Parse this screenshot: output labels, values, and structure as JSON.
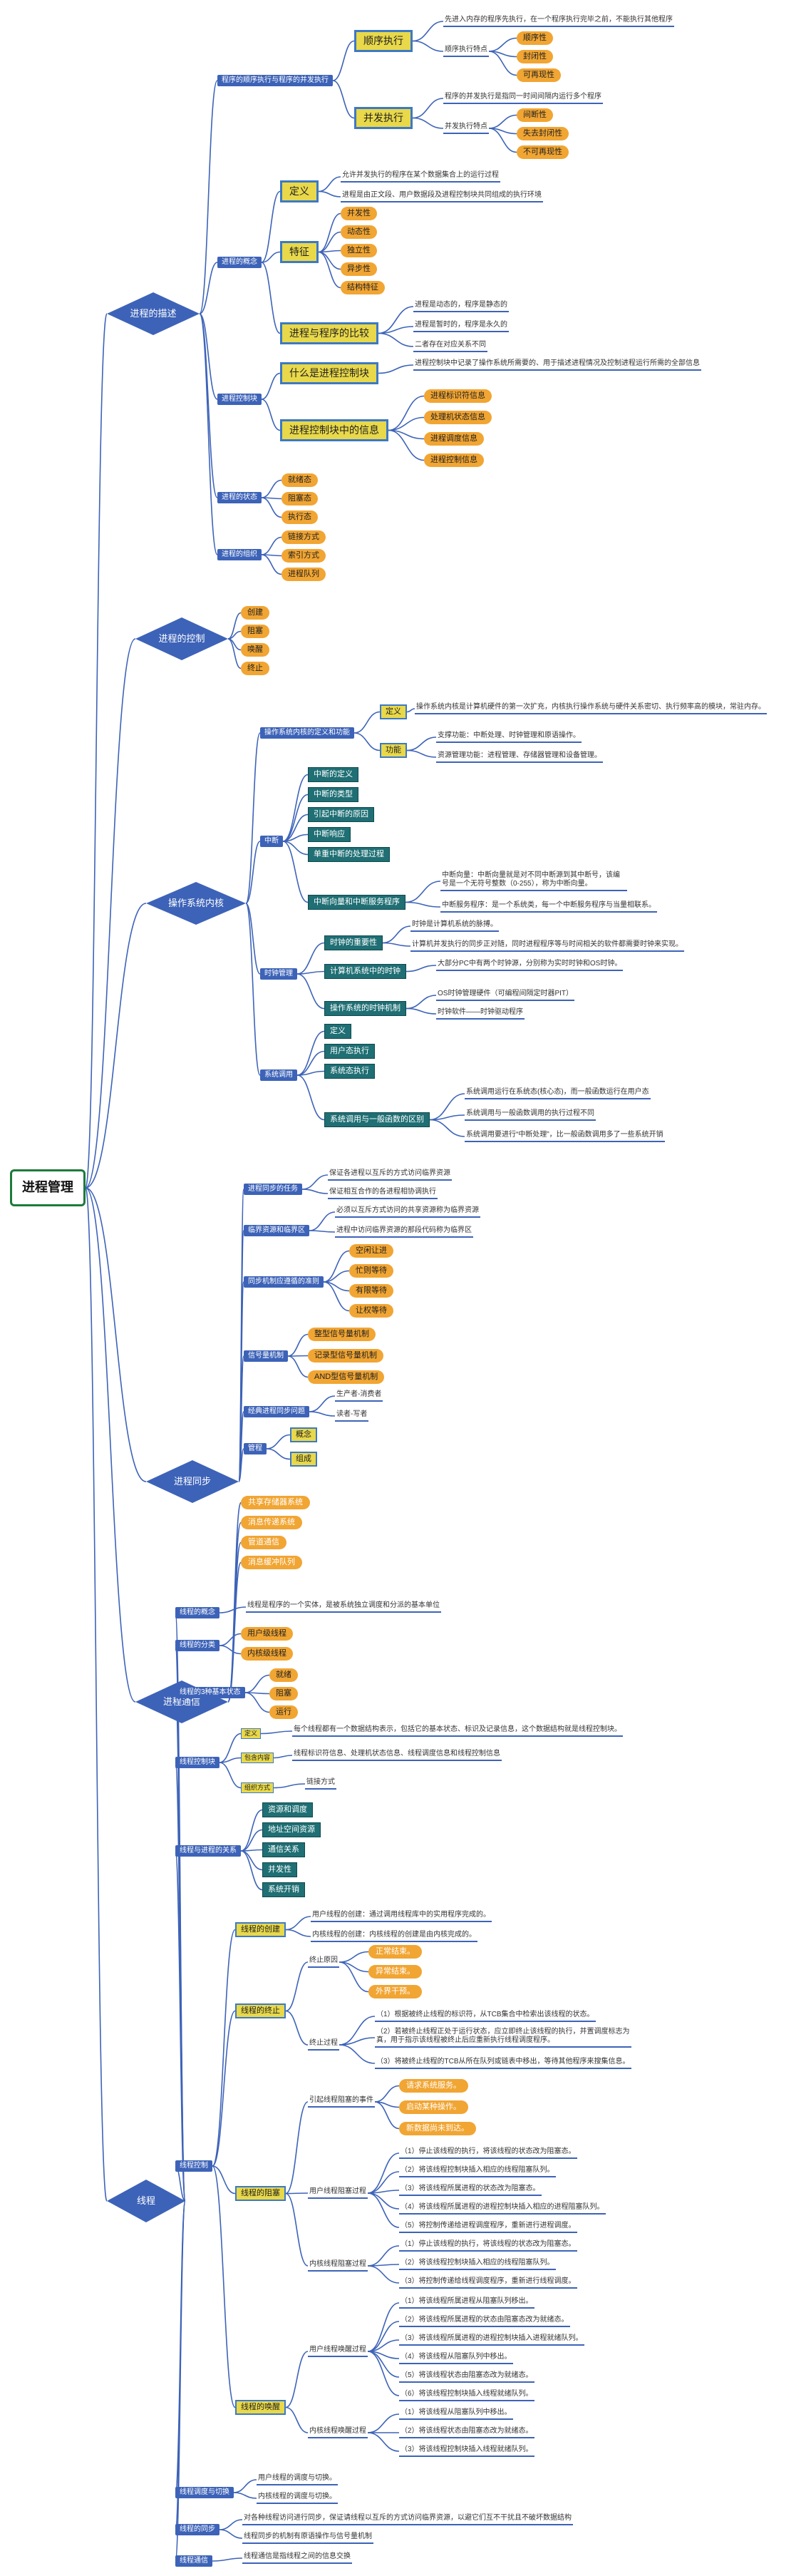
{
  "root": "进程管理",
  "main": {
    "desc": "进程的描述",
    "ctrl": "进程的控制",
    "sched": "操作系统内核",
    "sync": "进程同步",
    "comm": "进程通信",
    "thread": "线程"
  },
  "s1": {
    "cat_a": "程序的顺序执行与程序的并发执行",
    "seq": "顺序执行",
    "seq_t1": "先进入内存的程序先执行，在一个程序执行完毕之前，不能执行其他程序",
    "seq_t2": "顺序执行特点",
    "seq_p": [
      "顺序性",
      "封闭性",
      "可再现性"
    ],
    "par": "并发执行",
    "par_t1": "程序的并发执行是指同一时间间隔内运行多个程序",
    "par_t2": "并发执行特点",
    "par_p": [
      "间断性",
      "失去封闭性",
      "不可再现性"
    ],
    "cat_b": "进程的概念",
    "def": "定义",
    "def_t": [
      "允许并发执行的程序在某个数据集合上的运行过程",
      "进程是由正文段、用户数据段及进程控制块共同组成的执行环境"
    ],
    "feat": "特征",
    "feat_p": [
      "并发性",
      "动态性",
      "独立性",
      "异步性",
      "结构特征"
    ],
    "cmp": "进程与程序的比较",
    "cmp_t": [
      "进程是动态的，程序是静态的",
      "进程是暂时的，程序是永久的",
      "二者存在对应关系不同"
    ],
    "cat_c": "进程控制块",
    "pcb": "什么是进程控制块",
    "pcb_t": "进程控制块中记录了操作系统所需要的、用于描述进程情况及控制进程运行所需的全部信息",
    "info": "进程控制块中的信息",
    "info_p": [
      "进程标识符信息",
      "处理机状态信息",
      "进程调度信息",
      "进程控制信息"
    ],
    "cat_d": "进程的状态",
    "state_p": [
      "就绪态",
      "阻塞态",
      "执行态"
    ],
    "cat_e": "进程的组织",
    "org_p": [
      "链接方式",
      "索引方式",
      "进程队列"
    ]
  },
  "s2": {
    "items": [
      "创建",
      "阻塞",
      "唤醒",
      "终止"
    ]
  },
  "s3": {
    "cat_a": "操作系统内核的定义和功能",
    "def": "定义",
    "def_t": "操作系统内核是计算机硬件的第一次扩充，内核执行操作系统与硬件关系密切、执行频率高的模块，常驻内存。",
    "func": "功能",
    "func_t": [
      "支撑功能：中断处理、时钟管理和原语操作。",
      "资源管理功能：进程管理、存储器管理和设备管理。"
    ],
    "cat_b": "中断",
    "intr": [
      "中断的定义",
      "中断的类型",
      "引起中断的原因",
      "中断响应",
      "单重中断的处理过程"
    ],
    "vec": "中断向量和中断服务程序",
    "vec_t": [
      "中断向量：中断向量就是对不同中断源到其中断号，该编号是一个无符号整数（0-255），称为中断向量。",
      "中断服务程序：是一个系统类，每一个中断服务程序与当量相联系。"
    ],
    "cat_c": "时钟管理",
    "clk": "时钟的重要性",
    "clk_t": [
      "时钟是计算机系统的脉搏。",
      "计算机并发执行的同步正对随，同时进程程序等与时间相关的软件都需要时钟来实现。"
    ],
    "clk2": "计算机系统中的时钟",
    "clk2_t": "大部分PC中有两个时钟源，分别称为实时时钟和OS时钟。",
    "clk3": "操作系统的时钟机制",
    "clk3_t": [
      "OS时钟管理硬件（可编程间隔定时器PIT）",
      "时钟软件——时钟驱动程序"
    ],
    "cat_d": "系统调用",
    "call": [
      "定义",
      "用户态执行",
      "系统态执行"
    ],
    "call2": "系统调用与一般函数的区别",
    "call2_t": [
      "系统调用运行在系统态(核心态)，而一般函数运行在用户态",
      "系统调用与一般函数调用的执行过程不同",
      "系统调用要进行“中断处理”，比一般函数调用多了一些系统开销"
    ]
  },
  "s4": {
    "cat_a": "进程同步的任务",
    "task_t": [
      "保证各进程以互斥的方式访问临界资源",
      "保证相互合作的各进程相协调执行"
    ],
    "cat_b": "临界资源和临界区",
    "crit_t": "进程中访问临界资源的那段代码称为临界区",
    "crit_a": "必须以互斥方式访问的共享资源称为临界资源",
    "cat_c": "同步机制应遵循的准则",
    "rule_p": [
      "空闲让进",
      "忙则等待",
      "有限等待",
      "让权等待"
    ],
    "cat_d": "信号量机制",
    "sem_p": [
      "整型信号量机制",
      "记录型信号量机制",
      "AND型信号量机制"
    ],
    "cat_e": "经典进程同步问题",
    "classic_t": [
      "生产者-消费者",
      "读者-写者"
    ],
    "cat_f": "管程",
    "mon": [
      "概念",
      "组成"
    ]
  },
  "s5": {
    "items": [
      "共享存储器系统",
      "消息传递系统",
      "管道通信",
      "消息缓冲队列"
    ]
  },
  "s6": {
    "cat_a": "线程的概念",
    "a_t": "线程是程序的一个实体，是被系统独立调度和分派的基本单位",
    "cat_b": "线程的分类",
    "b_p": [
      "用户级线程",
      "内核级线程"
    ],
    "cat_c": "线程的3种基本状态",
    "c_p": [
      "就绪",
      "阻塞",
      "运行"
    ],
    "cat_d": "线程控制块",
    "d_box": [
      "定义",
      "包含内容",
      "组织方式"
    ],
    "d_t": [
      "每个线程都有一个数据结构表示，包括它的基本状态、标识及记录信息，这个数据结构就是线程控制块。",
      "线程标识符信息、处理机状态信息、线程调度信息和线程控制信息",
      "链接方式"
    ],
    "cat_e": "线程与进程的关系",
    "e_t": [
      "资源和调度",
      "地址空间资源",
      "通信关系",
      "并发性",
      "系统开销"
    ],
    "cat_f": "线程控制",
    "f_create": "线程的创建",
    "f_create_t": [
      "用户线程的创建：通过调用线程库中的实用程序完成的。",
      "内核线程的创建：内核线程的创建是由内核完成的。"
    ],
    "f_end": "线程的终止",
    "end_a": "终止原因",
    "end_a_p": [
      "正常结束。",
      "异常结束。",
      "外界干预。"
    ],
    "end_b": "终止过程",
    "end_b_t": [
      "（1）根据被终止线程的标识符，从TCB集合中检索出该线程的状态。",
      "（2）若被终止线程正处于运行状态，应立即终止该线程的执行，并置调度标志为真，用于指示该线程被终止后应重新执行线程调度程序。",
      "（3）将被终止线程的TCB从所在队列或链表中移出，等待其他程序来搜集信息。"
    ],
    "f_block": "线程的阻塞",
    "blk_a": "引起线程阻塞的事件",
    "blk_a_p": [
      "请求系统服务。",
      "启动某种操作。",
      "新数据尚未到达。"
    ],
    "blk_b": "用户线程阻塞过程",
    "blk_b_t": [
      "（1）停止该线程的执行，将该线程的状态改为阻塞态。",
      "（2）将该线程控制块插入相应的线程阻塞队列。",
      "（3）将该线程所属进程的状态改为阻塞态。",
      "（4）将该线程所属进程的进程控制块插入相应的进程阻塞队列。",
      "（5）将控制传递给进程调度程序，重新进行进程调度。"
    ],
    "blk_c": "内核线程阻塞过程",
    "blk_c_t": [
      "（1）停止该线程的执行，将该线程的状态改为阻塞态。",
      "（2）将该线程控制块插入相应的线程阻塞队列。",
      "（3）将控制传递给线程调度程序，重新进行线程调度。"
    ],
    "f_wake": "线程的唤醒",
    "wk_a": "用户线程唤醒过程",
    "wk_a_t": [
      "（1）将该线程所属进程从阻塞队列移出。",
      "（2）将该线程所属进程的状态由阻塞态改为就绪态。",
      "（3）将该线程所属进程的进程控制块插入进程就绪队列。",
      "（4）将该线程从阻塞队列中移出。",
      "（5）将该线程状态由阻塞态改为就绪态。",
      "（6）将该线程控制块插入线程就绪队列。"
    ],
    "wk_b": "内核线程唤醒过程",
    "wk_b_t": [
      "（1）将该线程从阻塞队列中移出。",
      "（2）将该线程状态由阻塞态改为就绪态。",
      "（3）将该线程控制块插入线程就绪队列。"
    ],
    "cat_g": "线程调度与切换",
    "g_t": [
      "用户线程的调度与切换。",
      "内核线程的调度与切换。"
    ],
    "cat_h": "线程的同步",
    "h_t": [
      "对各种线程访问进行同步，保证请线程以互斥的方式访问临界资源，以避它们互不干扰且不破坏数据结构",
      "线程同步的机制有原语操作与信号量机制"
    ],
    "cat_i": "线程通信",
    "i_t": "线程通信是指线程之间的信息交换"
  },
  "colors": {
    "main": "#3d63b8",
    "gold": "#e8d84a",
    "orange": "#f1a533",
    "teal": "#1f6f74",
    "root_border": "#1e7a3a"
  }
}
